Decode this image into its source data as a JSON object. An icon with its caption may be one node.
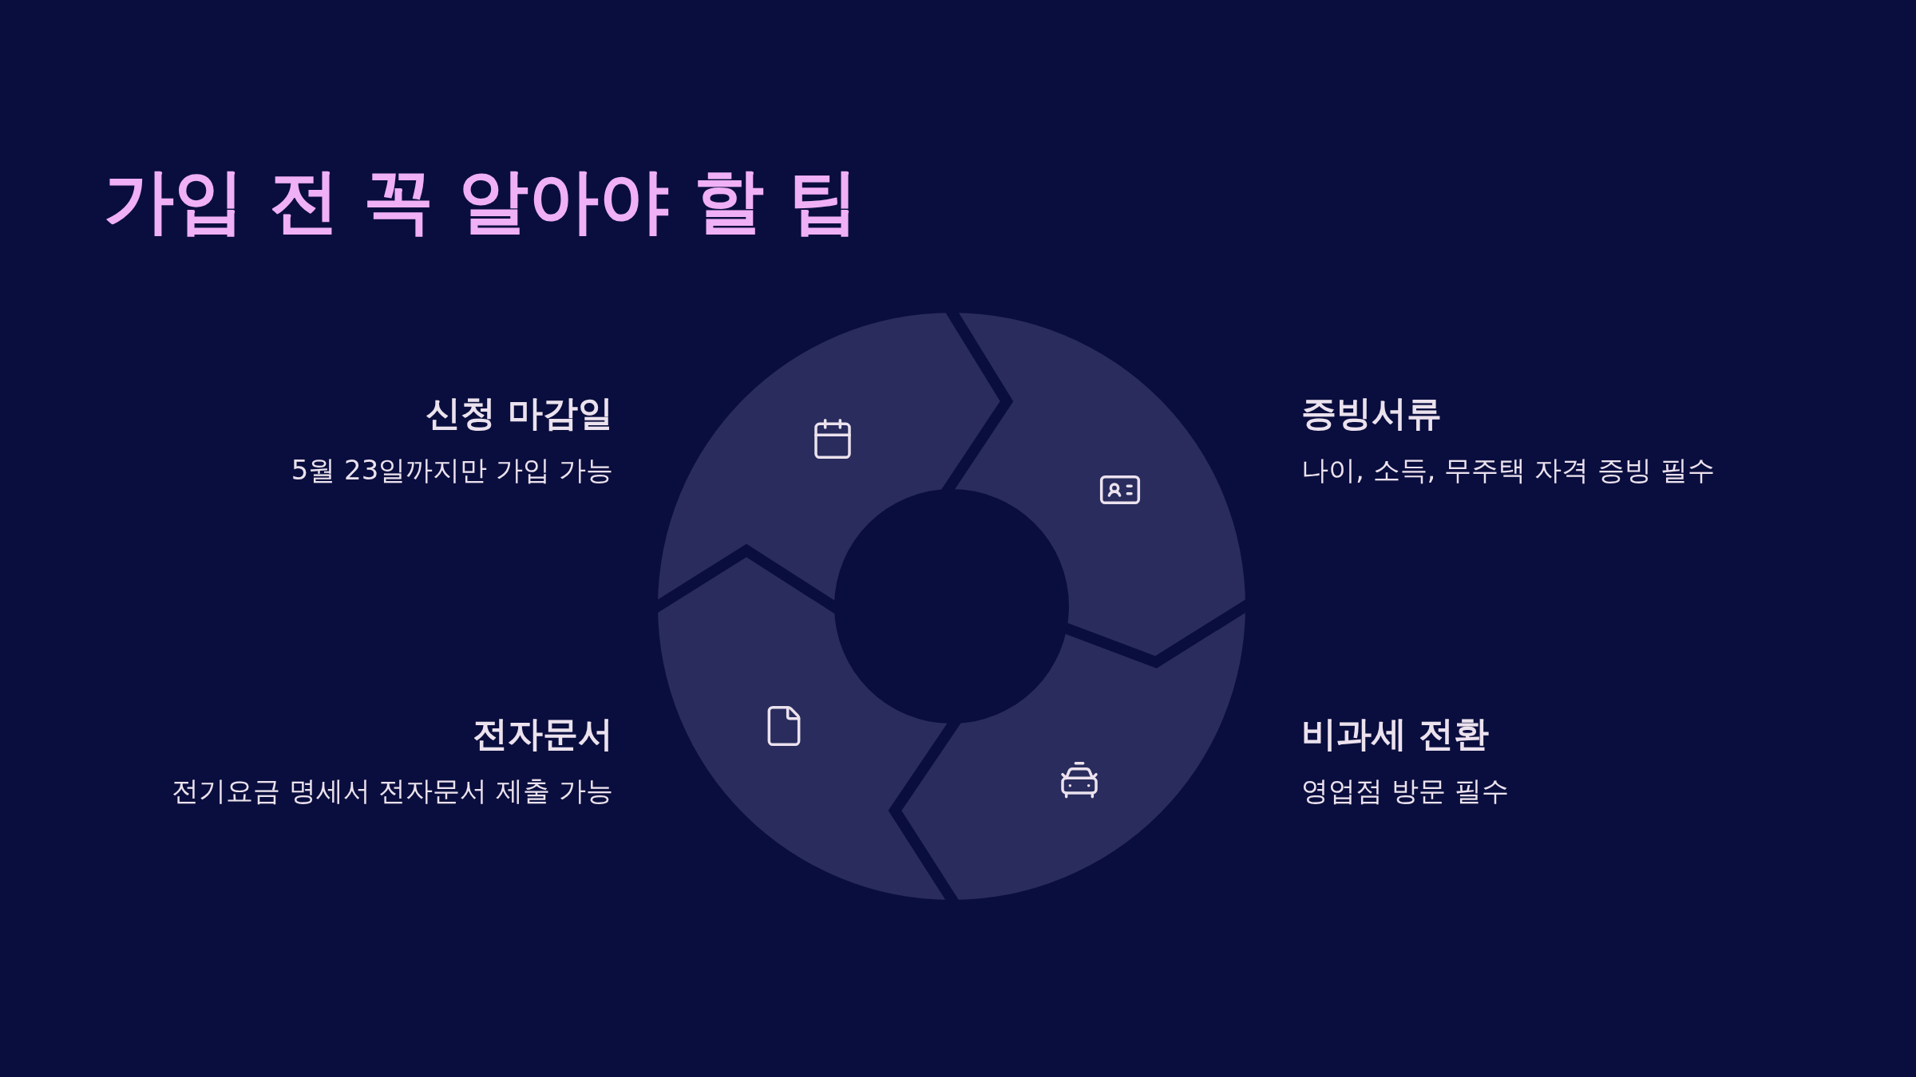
{
  "diagram": {
    "title": "가입 전 꼭 알아야 할 팁",
    "nodes": [
      {
        "text": [
          "신청 마감일",
          "5월 23일까지만 가입 가능"
        ]
      },
      {
        "text": [
          "증빙서류",
          "나이, 소득, 무주택 자격 증빙 필수"
        ]
      },
      {
        "text": [
          "전자문서",
          "전기요금 명세서 전자문서 제출 가능"
        ]
      },
      {
        "text": [
          "비과세 전환",
          "영업점 방문 필수"
        ]
      }
    ]
  }
}
